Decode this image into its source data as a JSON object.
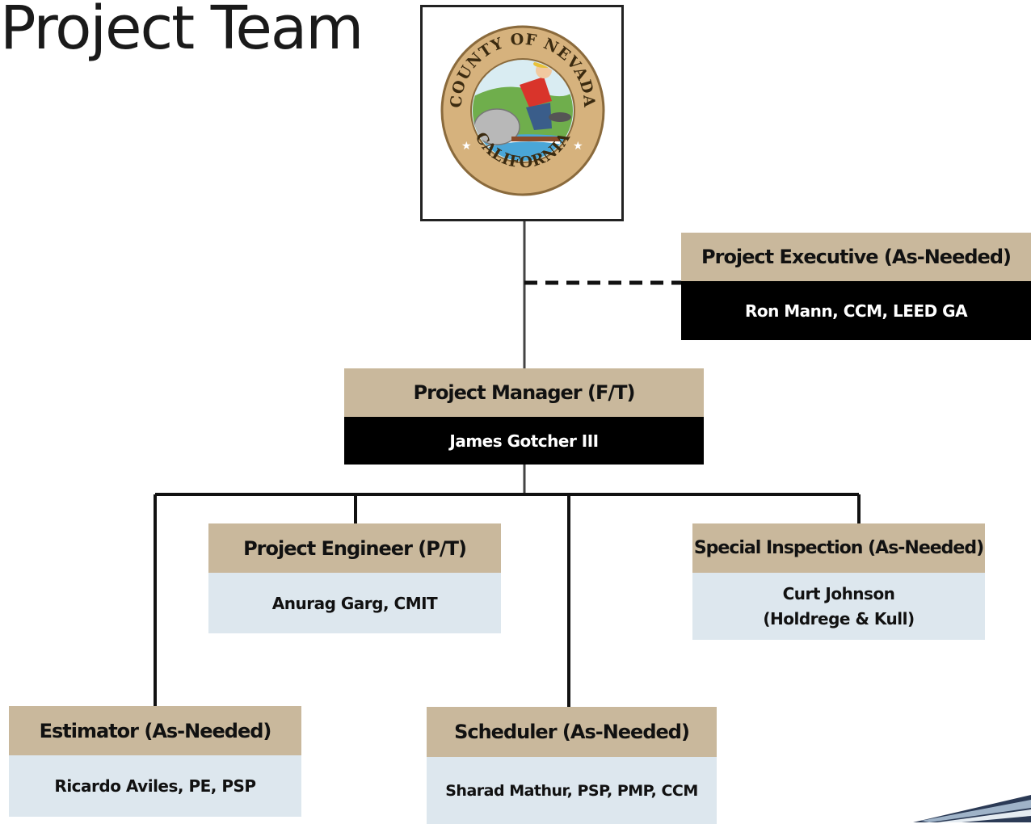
{
  "page": {
    "title": "Project Team"
  },
  "seal": {
    "top_text": "COUNTY OF NEVADA",
    "bottom_text": "CALIFORNIA",
    "colors": {
      "ring": "#d6b27d",
      "ring_border": "#8a6a3c",
      "sky": "#d9ecf2",
      "grass": "#6fae4c",
      "water": "#4aa6d8",
      "miner_shirt": "#d9342b",
      "miner_pants": "#3a5d8a",
      "rock": "#b8b8b8"
    }
  },
  "roles": {
    "executive": {
      "title": "Project Executive (As-Needed)",
      "name": "Ron Mann, CCM, LEED GA"
    },
    "manager": {
      "title": "Project Manager (F/T)",
      "name": "James Gotcher III"
    },
    "engineer": {
      "title": "Project Engineer (P/T)",
      "name": "Anurag Garg, CMIT"
    },
    "special_inspection": {
      "title": "Special Inspection (As-Needed)",
      "name_line1": "Curt Johnson",
      "name_line2": "(Holdrege & Kull)"
    },
    "estimator": {
      "title": "Estimator (As-Needed)",
      "name": "Ricardo Aviles, PE, PSP"
    },
    "scheduler": {
      "title": "Scheduler (As-Needed)",
      "name": "Sharad Mathur, PSP, PMP, CCM"
    }
  },
  "colors": {
    "header_tan": "#c9b89c",
    "body_black": "#000000",
    "body_light_blue": "#dde7ee",
    "connector": "#222222"
  }
}
